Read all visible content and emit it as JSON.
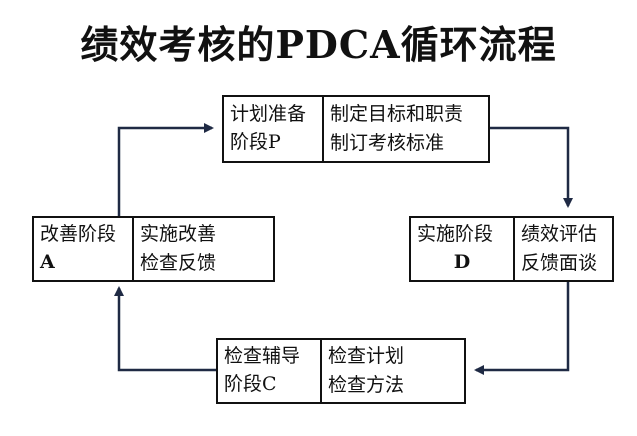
{
  "title": "绩效考核的PDCA循环流程",
  "stages": {
    "plan": {
      "label_line1": "计划准备",
      "label_line2": "阶段P",
      "items": [
        "制定目标和职责",
        "制订考核标准"
      ]
    },
    "do": {
      "label_line1": "实施阶段",
      "label_line2": "D",
      "items": [
        "绩效评估",
        "反馈面谈"
      ]
    },
    "check": {
      "label_line1": "检查辅导",
      "label_line2": "阶段C",
      "items": [
        "检查计划",
        "检查方法"
      ]
    },
    "act": {
      "label_line1": "改善阶段",
      "label_line2": "A",
      "items": [
        "实施改善",
        "检查反馈"
      ]
    }
  },
  "colors": {
    "line": "#111111",
    "arrow": "#1f2a44",
    "background": "#ffffff"
  }
}
